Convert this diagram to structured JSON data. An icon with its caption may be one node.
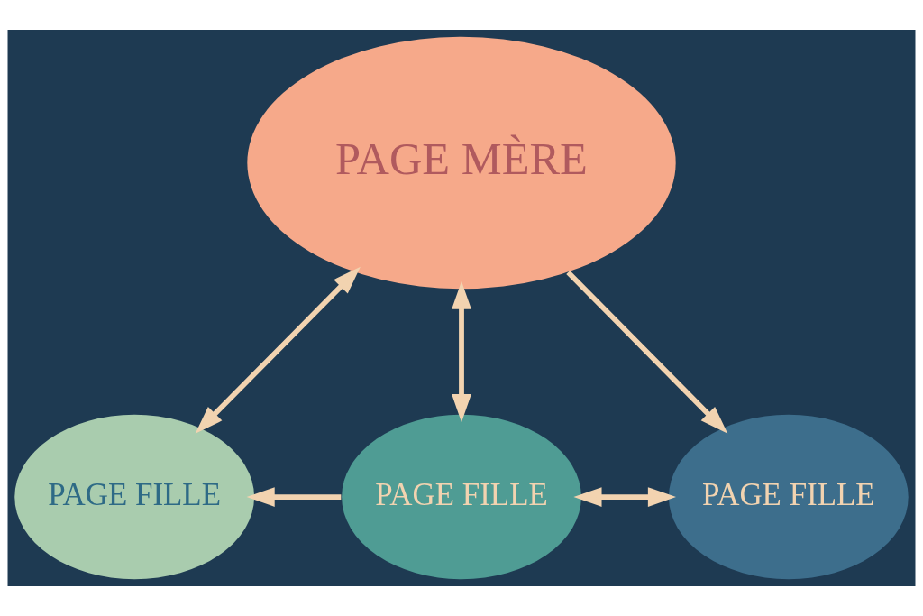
{
  "diagram": {
    "nodes": [
      {
        "text": [
          "PAGE MÈRE"
        ]
      },
      {
        "text": [
          "PAGE FILLE"
        ]
      },
      {
        "text": [
          "PAGE FILLE"
        ]
      },
      {
        "text": [
          "PAGE FILLE"
        ]
      }
    ],
    "edges": [
      {
        "from": 0,
        "to": 1,
        "arrow": "both"
      },
      {
        "from": 0,
        "to": 2,
        "arrow": "both"
      },
      {
        "from": 0,
        "to": 3,
        "arrow": "to"
      },
      {
        "from": 2,
        "to": 1,
        "arrow": "to"
      },
      {
        "from": 2,
        "to": 3,
        "arrow": "both"
      }
    ]
  }
}
